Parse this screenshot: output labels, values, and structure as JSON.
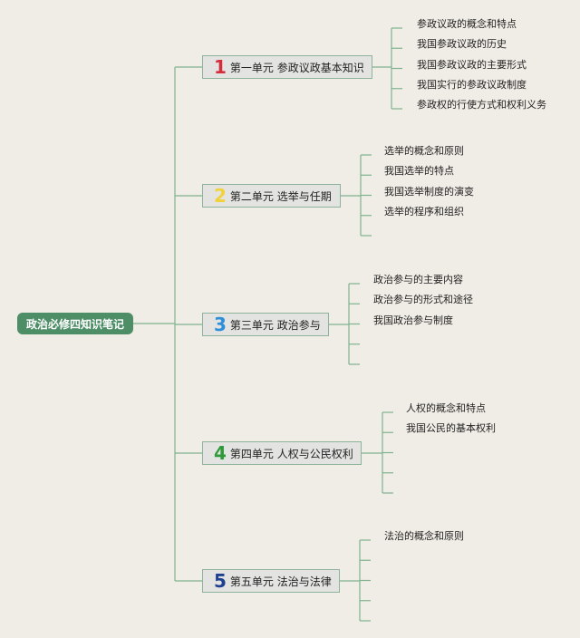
{
  "root": {
    "label": "政治必修四知识笔记"
  },
  "colors": {
    "line": "#7fb38f",
    "root_bg": "#4e8e67",
    "unit_bg": "#e3e3e1"
  },
  "units": [
    {
      "number": "1",
      "number_color": "#d42d3d",
      "title": "第一单元 参政议政基本知识",
      "items": [
        "参政议政的概念和特点",
        "我国参政议政的历史",
        "我国参政议政的主要形式",
        "我国实行的参政议政制度",
        "参政权的行使方式和权利义务"
      ],
      "empty_slots": 0
    },
    {
      "number": "2",
      "number_color": "#f1d23b",
      "title": "第二单元 选举与任期",
      "items": [
        "选举的概念和原则",
        "我国选举的特点",
        "我国选举制度的演变",
        "选举的程序和组织"
      ],
      "empty_slots": 1
    },
    {
      "number": "3",
      "number_color": "#2e8fd9",
      "title": "第三单元 政治参与",
      "items": [
        "政治参与的主要内容",
        "政治参与的形式和途径",
        "我国政治参与制度"
      ],
      "empty_slots": 2
    },
    {
      "number": "4",
      "number_color": "#2e9a3a",
      "title": "第四单元 人权与公民权利",
      "items": [
        "人权的概念和特点",
        "我国公民的基本权利"
      ],
      "empty_slots": 3
    },
    {
      "number": "5",
      "number_color": "#1f3f8f",
      "title": "第五单元 法治与法律",
      "items": [
        "法治的概念和原则"
      ],
      "empty_slots": 4
    }
  ]
}
